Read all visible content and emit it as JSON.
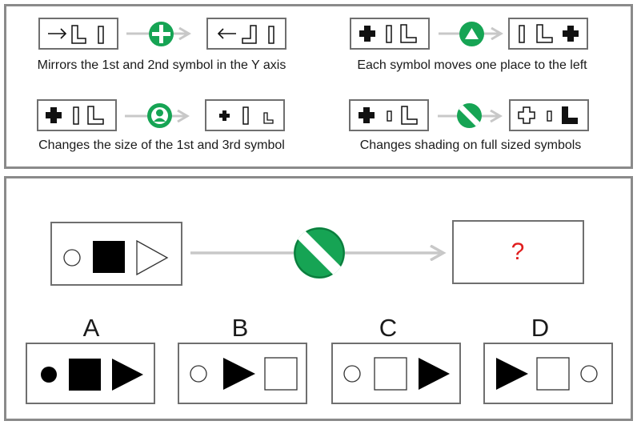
{
  "rules": [
    {
      "id": "mirror",
      "operator_icon": "green-cross-circle-icon",
      "caption": "Mirrors the 1st and 2nd symbol in the Y axis"
    },
    {
      "id": "move-left",
      "operator_icon": "green-triangle-circle-icon",
      "caption": "Each symbol moves one place to the left"
    },
    {
      "id": "resize",
      "operator_icon": "green-person-circle-icon",
      "caption": "Changes the size of the 1st and 3rd symbol"
    },
    {
      "id": "shading",
      "operator_icon": "green-diagonal-stripe-circle-icon",
      "caption": "Changes shading on full sized symbols"
    }
  ],
  "question": {
    "operator_icon": "green-diagonal-stripe-circle-icon",
    "result_placeholder": "?"
  },
  "options": [
    {
      "letter": "A"
    },
    {
      "letter": "B"
    },
    {
      "letter": "C"
    },
    {
      "letter": "D"
    }
  ],
  "colors": {
    "operator_green": "#16a454",
    "arrow_gray": "#c8c8c8",
    "border_gray": "#8a8a8a",
    "question_mark_red": "#e01e1e"
  }
}
